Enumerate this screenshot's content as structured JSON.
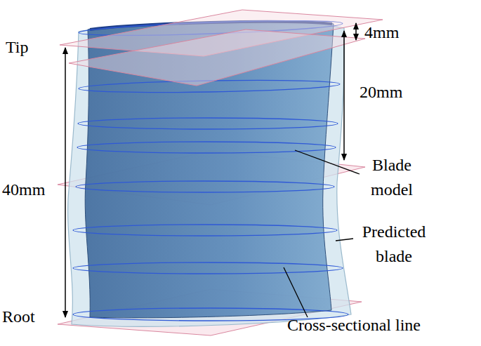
{
  "diagram": {
    "labels": [
      "Tip",
      "4mm",
      "20mm",
      "40mm",
      "Blade model",
      "Predicted blade",
      "Root",
      "Cross-sectional line"
    ]
  }
}
